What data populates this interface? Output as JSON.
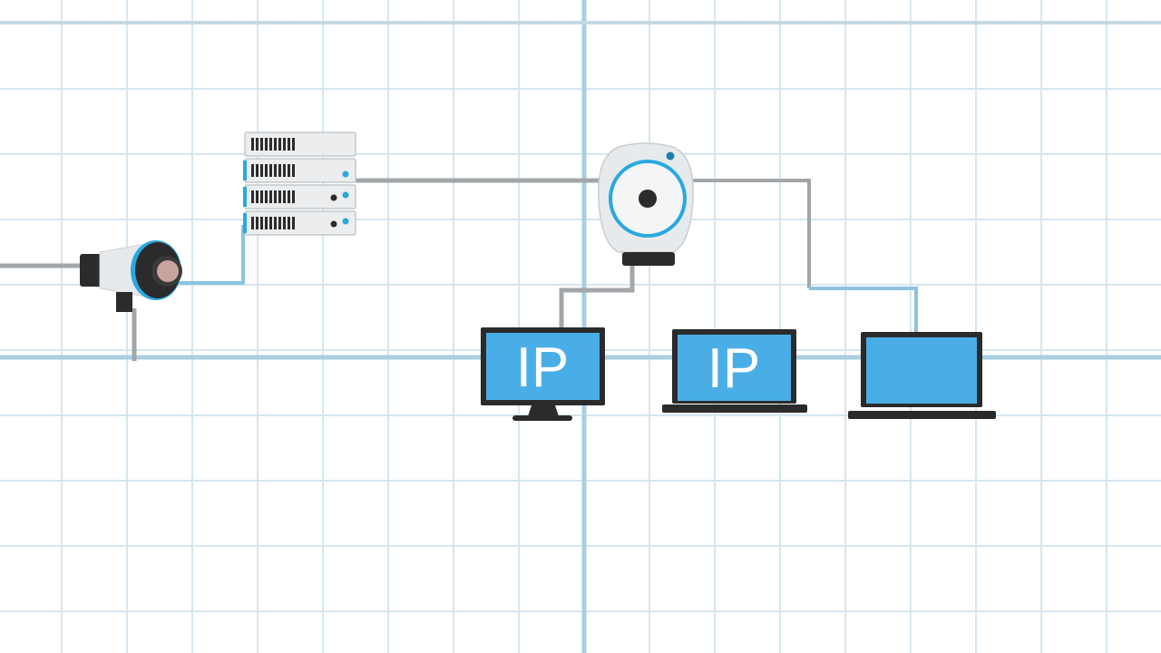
{
  "canvas": {
    "background": "#ffffff",
    "minor_grid_color": "#d6e6ef",
    "major_grid_color": "#a9cfe1"
  },
  "colors": {
    "accent": "#29a8e0",
    "cable_gray": "#a3a6a8",
    "cable_blue": "#8cc3df",
    "screen_blue": "#4aaee6",
    "device_dark": "#2b2b2b",
    "device_light": "#e9ecee"
  },
  "devices": {
    "analog_camera": {
      "name": "bullet-camera",
      "icon": "bullet-camera-icon"
    },
    "server": {
      "name": "server-rack",
      "icon": "server-icon"
    },
    "ip_camera": {
      "name": "ip-dome-camera",
      "icon": "dome-camera-icon"
    },
    "monitor": {
      "name": "ip-monitor",
      "icon": "desktop-monitor-icon",
      "label": "IP"
    },
    "laptop_ip": {
      "name": "ip-laptop",
      "icon": "laptop-icon",
      "label": "IP"
    },
    "laptop_blank": {
      "name": "laptop",
      "icon": "laptop-icon",
      "label": ""
    }
  }
}
